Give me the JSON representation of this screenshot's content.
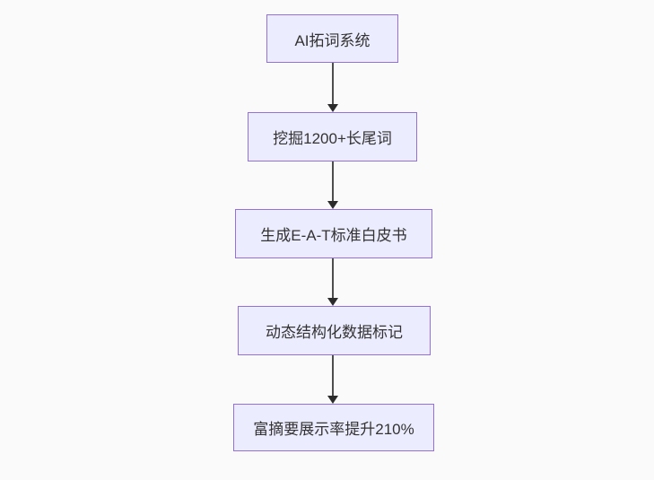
{
  "page": {
    "background_color": "#fafafa"
  },
  "flowchart": {
    "type": "flowchart",
    "direction": "top-down",
    "style": {
      "node_fill": "#ececff",
      "node_border": "#9370db",
      "text_color": "#333333",
      "edge_color": "#4d4d4d",
      "arrowhead_color": "#2b2b2b"
    },
    "nodes": [
      {
        "id": "n1",
        "label": "AI拓词系统"
      },
      {
        "id": "n2",
        "label": "挖掘1200+长尾词"
      },
      {
        "id": "n3",
        "label": "生成E-A-T标准白皮书"
      },
      {
        "id": "n4",
        "label": "动态结构化数据标记"
      },
      {
        "id": "n5",
        "label": "富摘要展示率提升210%"
      }
    ],
    "edges": [
      {
        "from": "n1",
        "to": "n2",
        "label": ""
      },
      {
        "from": "n2",
        "to": "n3",
        "label": ""
      },
      {
        "from": "n3",
        "to": "n4",
        "label": ""
      },
      {
        "from": "n4",
        "to": "n5",
        "label": ""
      }
    ]
  }
}
